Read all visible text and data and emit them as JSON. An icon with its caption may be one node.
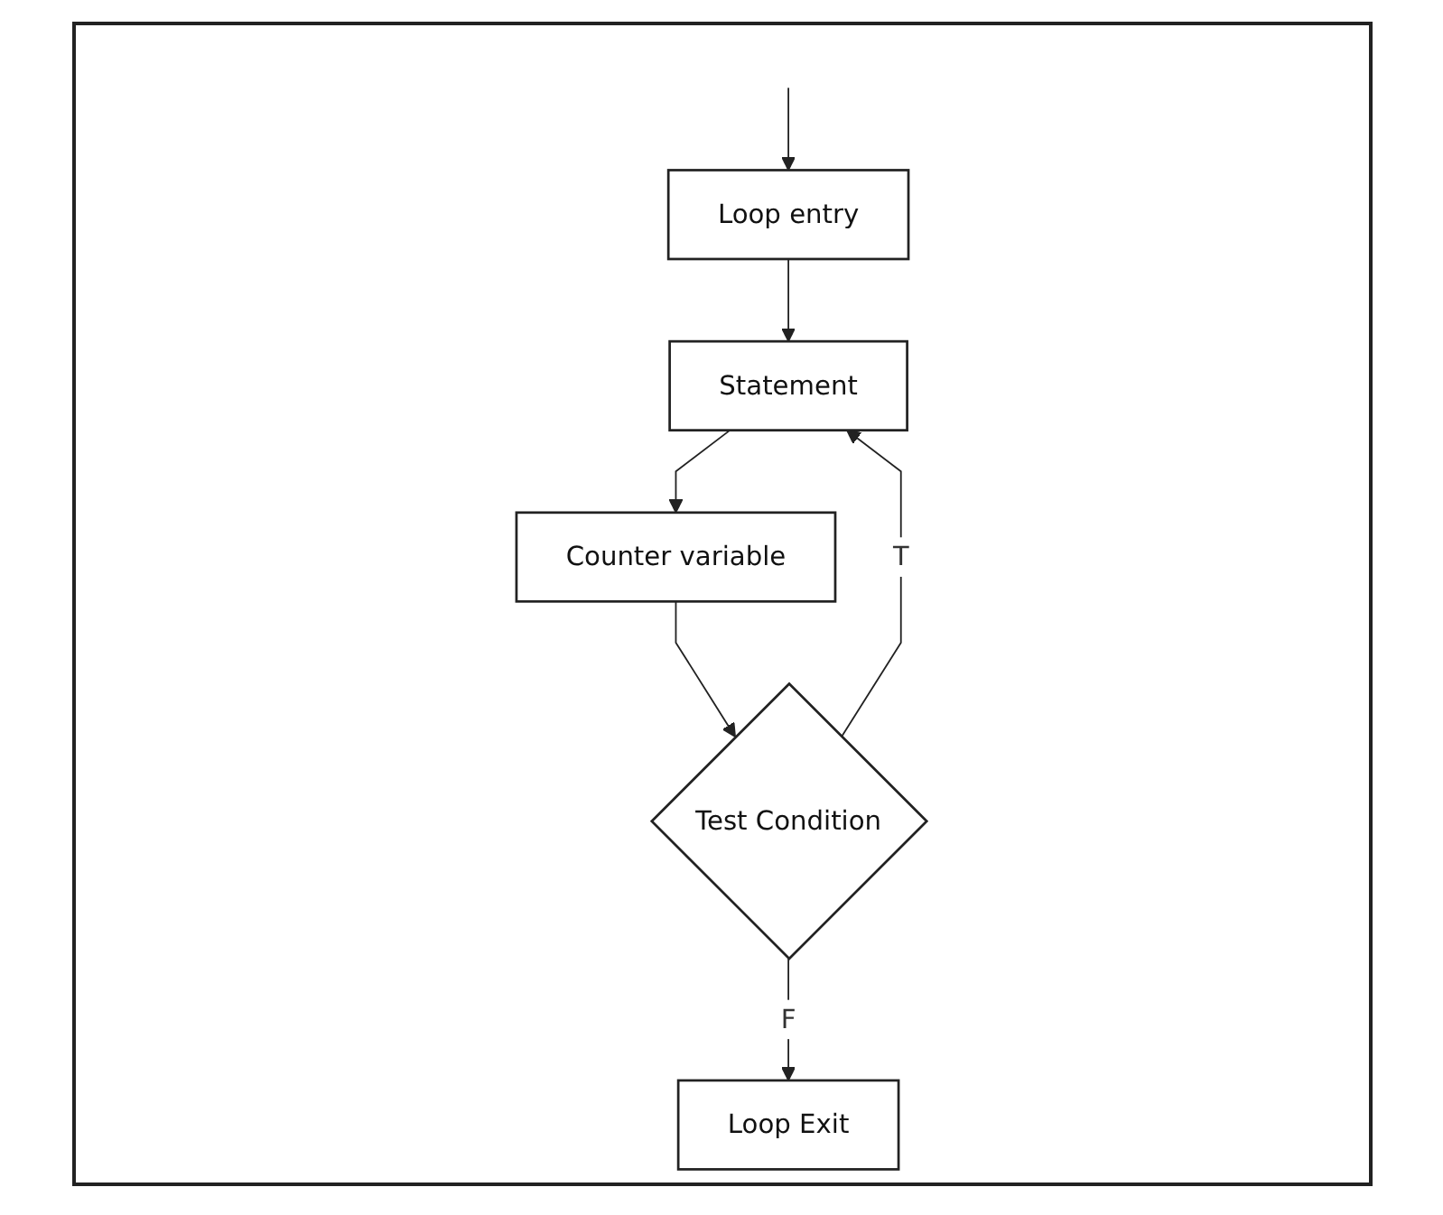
{
  "diagram": {
    "nodes": [
      {
        "text": [
          "Loop entry"
        ]
      },
      {
        "text": [
          "Statement"
        ]
      },
      {
        "text": [
          "Counter variable"
        ]
      },
      {
        "text": [
          "Test Condition"
        ]
      },
      {
        "text": [
          "Loop Exit"
        ]
      }
    ],
    "edges": [
      {
        "from": null,
        "to": 0,
        "arrow": "to"
      },
      {
        "from": 0,
        "to": 1,
        "arrow": "to"
      },
      {
        "from": 1,
        "to": 2,
        "arrow": "to"
      },
      {
        "from": 2,
        "to": 3,
        "arrow": "to"
      },
      {
        "from": 3,
        "to": 1,
        "label": "T",
        "arrow": "to"
      },
      {
        "from": 3,
        "to": 4,
        "label": "F",
        "arrow": "to"
      }
    ]
  }
}
